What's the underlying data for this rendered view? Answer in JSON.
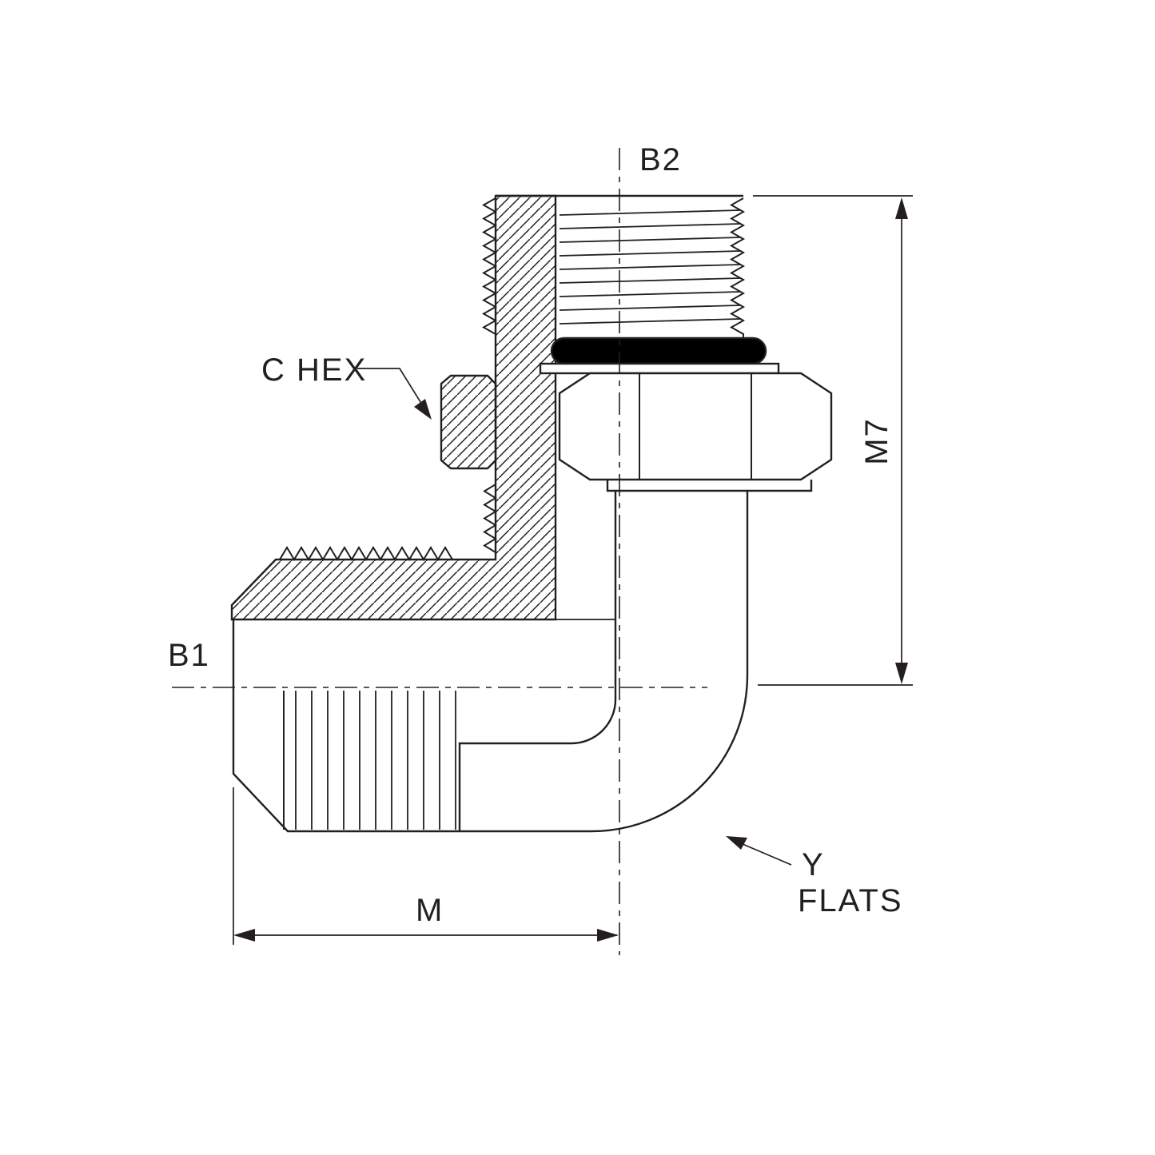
{
  "drawing": {
    "labels": {
      "port_top": "B2",
      "port_side": "B1",
      "hex_callout": "C HEX",
      "dim_height": "M7",
      "dim_length": "M",
      "flats_callout_line1": "Y",
      "flats_callout_line2": "FLATS"
    },
    "colors": {
      "line": "#231F20",
      "background": "#FFFFFF",
      "o_ring": "#000000"
    }
  }
}
